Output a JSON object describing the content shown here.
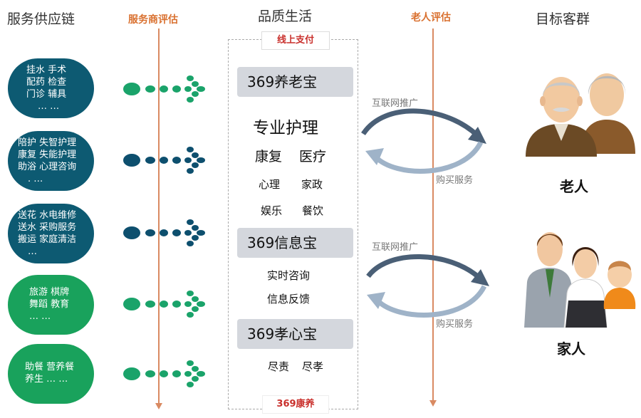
{
  "headers": {
    "supply_chain": "服务供应链",
    "provider_eval": "服务商评估",
    "quality_life": "品质生活",
    "elder_eval": "老人评估",
    "target": "目标客群"
  },
  "bubbles": [
    {
      "lines": [
        "挂水 手术",
        "配药 检查",
        "门诊 辅具",
        "… …"
      ],
      "color": "#0d5a72"
    },
    {
      "lines": [
        "陪护 失智护理",
        "康复 失能护理",
        "助浴 心理咨询",
        ". …"
      ],
      "color": "#0d5a72"
    },
    {
      "lines": [
        "送花 水电维修",
        "送水 采购服务",
        "搬运 家庭清洁",
        "…"
      ],
      "color": "#0d5a72"
    },
    {
      "lines": [
        "旅游 棋牌",
        "舞蹈 教育",
        "… …"
      ],
      "color": "#19a25c"
    },
    {
      "lines": [
        "助餐 营养餐",
        "养生 … …"
      ],
      "color": "#19a25c"
    }
  ],
  "center": {
    "online_pay": "线上支付",
    "brand": "369康养",
    "products": [
      "369养老宝",
      "369信息宝",
      "369孝心宝"
    ],
    "pro_care": "专业护理",
    "services": {
      "rehab": "康复",
      "medical": "医疗",
      "psych": "心理",
      "housekeeping": "家政",
      "entertain": "娱乐",
      "dining": "餐饮",
      "realtime": "实时咨询",
      "feedback": "信息反馈",
      "duty": "尽责",
      "filial": "尽孝"
    }
  },
  "flows": {
    "promo": "互联网推广",
    "buy": "购买服务"
  },
  "groups": {
    "elderly": "老人",
    "family": "家人"
  },
  "colors": {
    "dark_bubble": "#0d5a72",
    "green_bubble": "#19a25c",
    "dot_dark": "#0d4f6e",
    "dot_green": "#1aa36a",
    "eval_line": "#d98a62",
    "product_bg": "#d4d7dd",
    "arrow_dark": "#4a5f76",
    "arrow_light": "#9fb3c8"
  }
}
